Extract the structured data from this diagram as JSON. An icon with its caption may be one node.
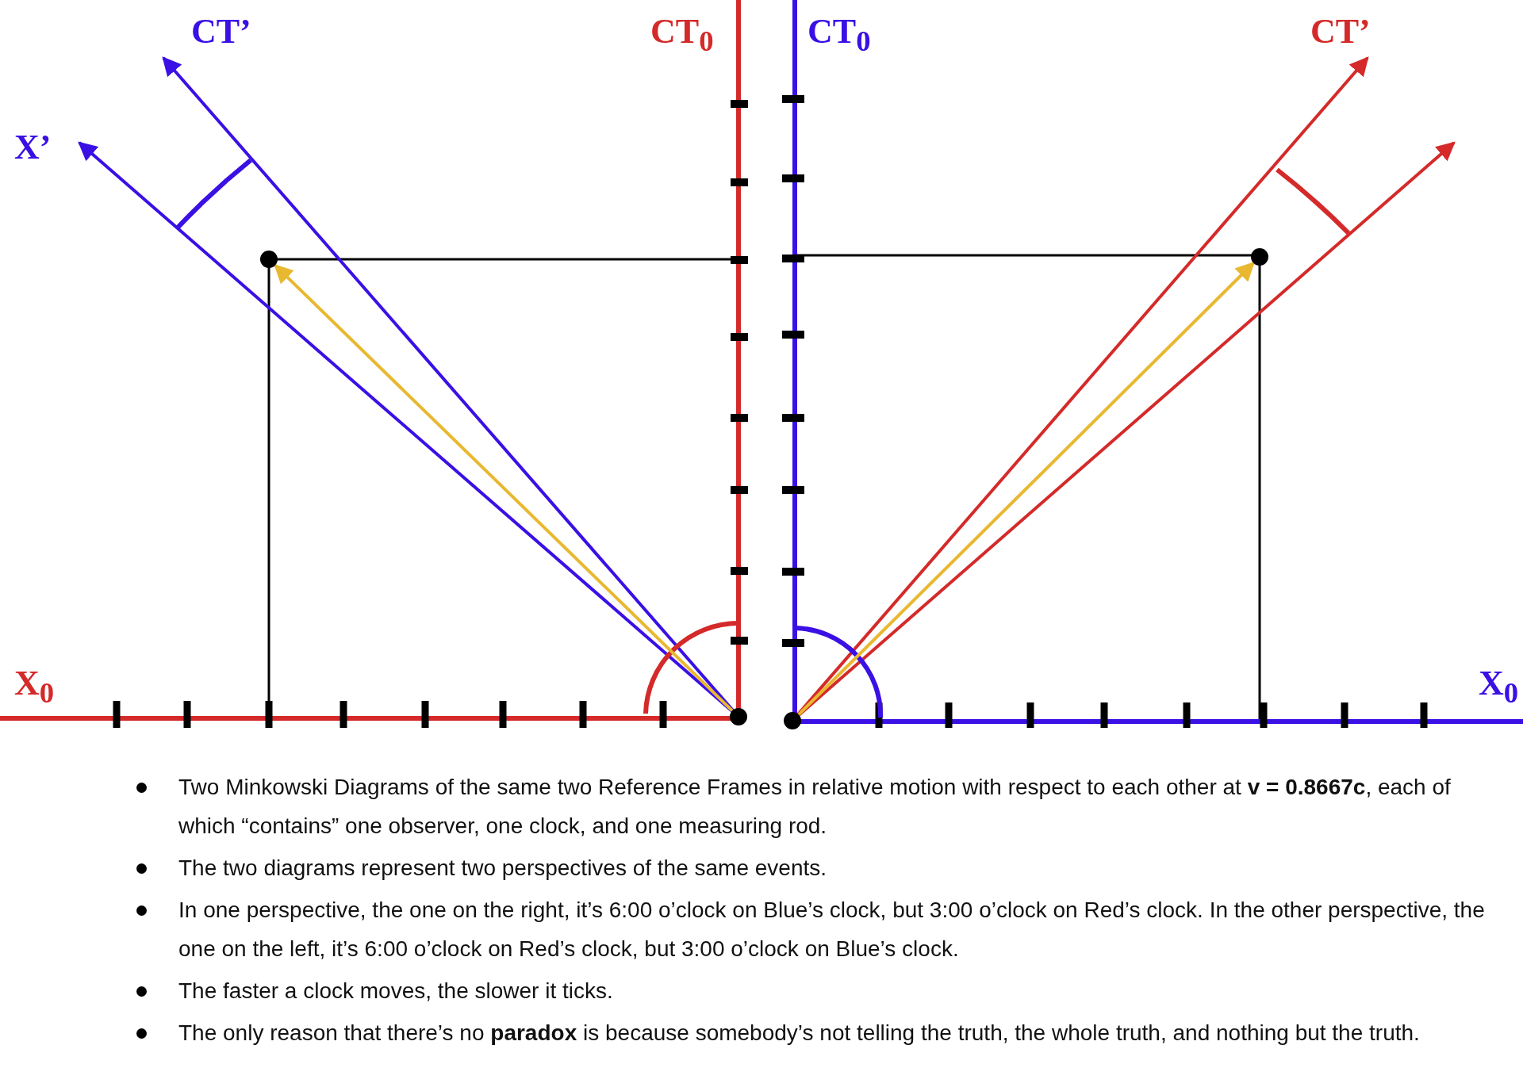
{
  "diagram": {
    "nodes": [
      {
        "text": [],
        "shape": "circle"
      },
      {
        "text": [],
        "shape": "circle"
      },
      {
        "text": [],
        "shape": "circle"
      },
      {
        "text": [],
        "shape": "circle"
      }
    ],
    "edges": [
      {
        "from": 0,
        "to": 1,
        "arrow": "to",
        "color": "#e8b830"
      },
      {
        "from": 2,
        "to": 3,
        "arrow": "to",
        "color": "#e8b830"
      }
    ],
    "labels": [
      "CT’",
      "CT$_{0}$",
      "X’",
      "X$_{0}$",
      "CT$_{0}$",
      "CT’",
      "X$_{0}$",
      "Two Minkowski Diagrams of the same two Reference Frames in relative motion with respect to each other at **v = 0.8667c**, each of which “contains” one observer, one clock, and one measuring rod.",
      "The two diagrams represent two perspectives of the same events.",
      "In one perspective, the one on the right, it’s 6:00 o’clock on Blue’s clock, but 3:00 o’clock on Red’s clock.  In the other perspective, the one on the left, it’s 6:00 o’clock on Red’s clock, but 3:00 o’clock on Blue’s clock.",
      "The faster a clock moves, the slower it ticks.",
      "The only reason that there’s no **paradox** is because somebody’s not telling the truth, the whole truth, and nothing but the truth."
    ]
  }
}
